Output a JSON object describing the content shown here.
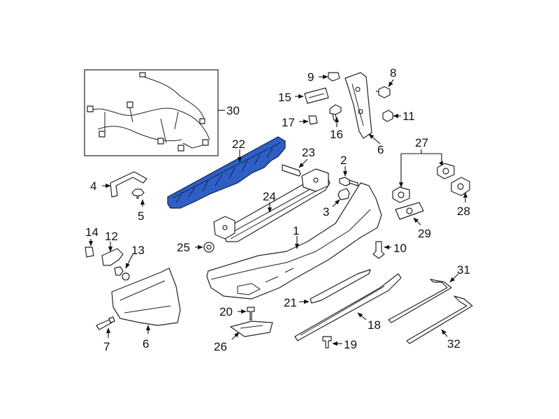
{
  "diagram": {
    "highlight_color": "#2f5fc4",
    "callouts": {
      "c1": "1",
      "c2": "2",
      "c3": "3",
      "c4": "4",
      "c5": "5",
      "c6a": "6",
      "c6b": "6",
      "c7": "7",
      "c8": "8",
      "c9": "9",
      "c10": "10",
      "c11": "11",
      "c12": "12",
      "c13": "13",
      "c14": "14",
      "c15": "15",
      "c16": "16",
      "c17": "17",
      "c18": "18",
      "c19": "19",
      "c20": "20",
      "c21": "21",
      "c22": "22",
      "c23": "23",
      "c24": "24",
      "c25": "25",
      "c26": "26",
      "c27": "27",
      "c28": "28",
      "c29": "29",
      "c30": "30",
      "c31": "31",
      "c32": "32"
    }
  }
}
